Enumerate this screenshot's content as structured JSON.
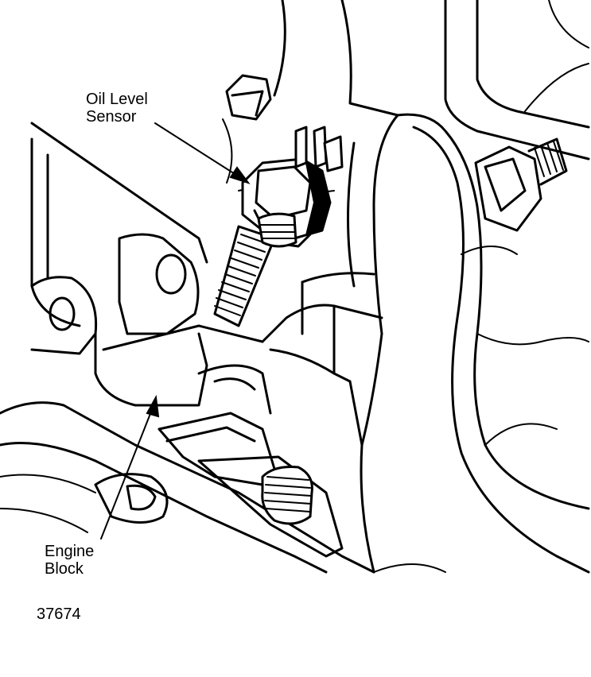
{
  "labels": {
    "oil_level_sensor": [
      "Oil Level",
      "Sensor"
    ],
    "engine_block": [
      "Engine",
      "Block"
    ]
  },
  "figure_number": "37674",
  "colors": {
    "ink": "#000000",
    "paper": "#ffffff"
  }
}
